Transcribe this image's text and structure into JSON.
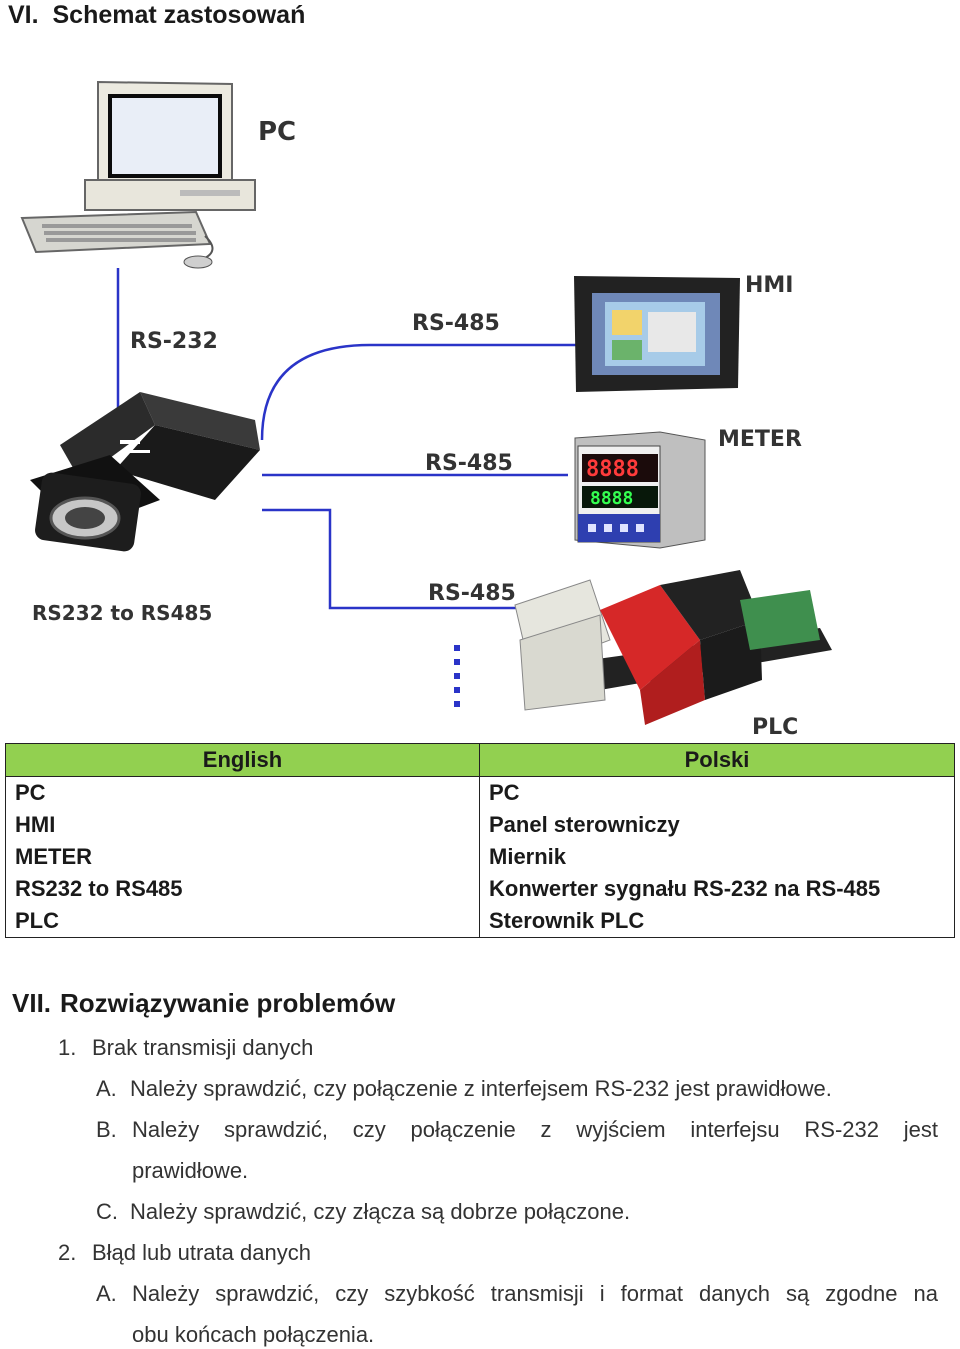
{
  "section6": {
    "number": "VI.",
    "title": "Schemat zastosowań"
  },
  "diagram": {
    "labels": {
      "pc": "PC",
      "hmi": "HMI",
      "meter": "METER",
      "plc": "PLC",
      "rs232": "RS-232",
      "rs485_hmi": "RS-485",
      "rs485_meter": "RS-485",
      "rs485_plc": "RS-485",
      "converter": "RS232 to RS485"
    },
    "meter_display": {
      "top": "8888",
      "bottom": "8888"
    },
    "colors": {
      "bus_line": "#2a34c8",
      "plc_red": "#d62828",
      "hmi_frame": "#222222"
    }
  },
  "table": {
    "header": {
      "english": "English",
      "polski": "Polski"
    },
    "rows": [
      {
        "english": "PC",
        "polski": "PC"
      },
      {
        "english": "HMI",
        "polski": "Panel sterowniczy"
      },
      {
        "english": "METER",
        "polski": "Miernik"
      },
      {
        "english": "RS232 to RS485",
        "polski": "Konwerter sygnału RS-232 na RS-485"
      },
      {
        "english": "PLC",
        "polski": "Sterownik PLC"
      }
    ],
    "header_color": "#92d050"
  },
  "section7": {
    "number": "VII.",
    "title": "Rozwiązywanie problemów",
    "items": [
      {
        "num": "1.",
        "title": "Brak transmisji danych",
        "subs": [
          {
            "label": "A.",
            "lines": [
              "Należy sprawdzić, czy połączenie z interfejsem RS-232 jest prawidłowe."
            ]
          },
          {
            "label": "B.",
            "lines": [
              "Należy sprawdzić, czy połączenie z wyjściem interfejsu RS-232 jest",
              "prawidłowe."
            ]
          },
          {
            "label": "C.",
            "lines": [
              "Należy sprawdzić, czy złącza są dobrze połączone."
            ]
          }
        ]
      },
      {
        "num": "2.",
        "title": "Błąd lub utrata danych",
        "subs": [
          {
            "label": "A.",
            "lines": [
              "Należy sprawdzić, czy szybkość transmisji i format danych są zgodne na",
              "obu końcach połączenia."
            ]
          }
        ]
      }
    ]
  }
}
